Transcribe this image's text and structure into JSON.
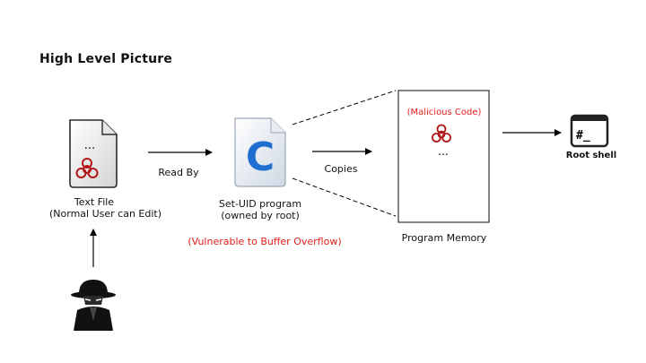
{
  "title": "High Level Picture",
  "text_file": {
    "name": "Text File",
    "note": "(Normal User can Edit)",
    "content_marker": "..."
  },
  "program": {
    "name": "Set-UID program",
    "owner": "(owned by root)",
    "warning": "(Vulnerable to Buffer Overflow)",
    "icon_letter": "C"
  },
  "memory": {
    "header": "(Malicious Code)",
    "dots": "...",
    "label": "Program Memory"
  },
  "shell": {
    "prompt": "#_",
    "label": "Root shell"
  },
  "edges": {
    "read_by": "Read By",
    "copies": "Copies"
  },
  "colors": {
    "warning": "#e0201c",
    "biohazard": "#b01818",
    "arrow": "#000000",
    "icon_gradient_light": "#ffffff",
    "icon_gradient_dark": "#d8d8d8",
    "c_letter": "#1e6fd0"
  },
  "icons": {
    "text_file": "document-icon",
    "program": "c-source-file-icon",
    "shell": "terminal-icon",
    "attacker": "spy-icon",
    "malware": "biohazard-icon"
  }
}
